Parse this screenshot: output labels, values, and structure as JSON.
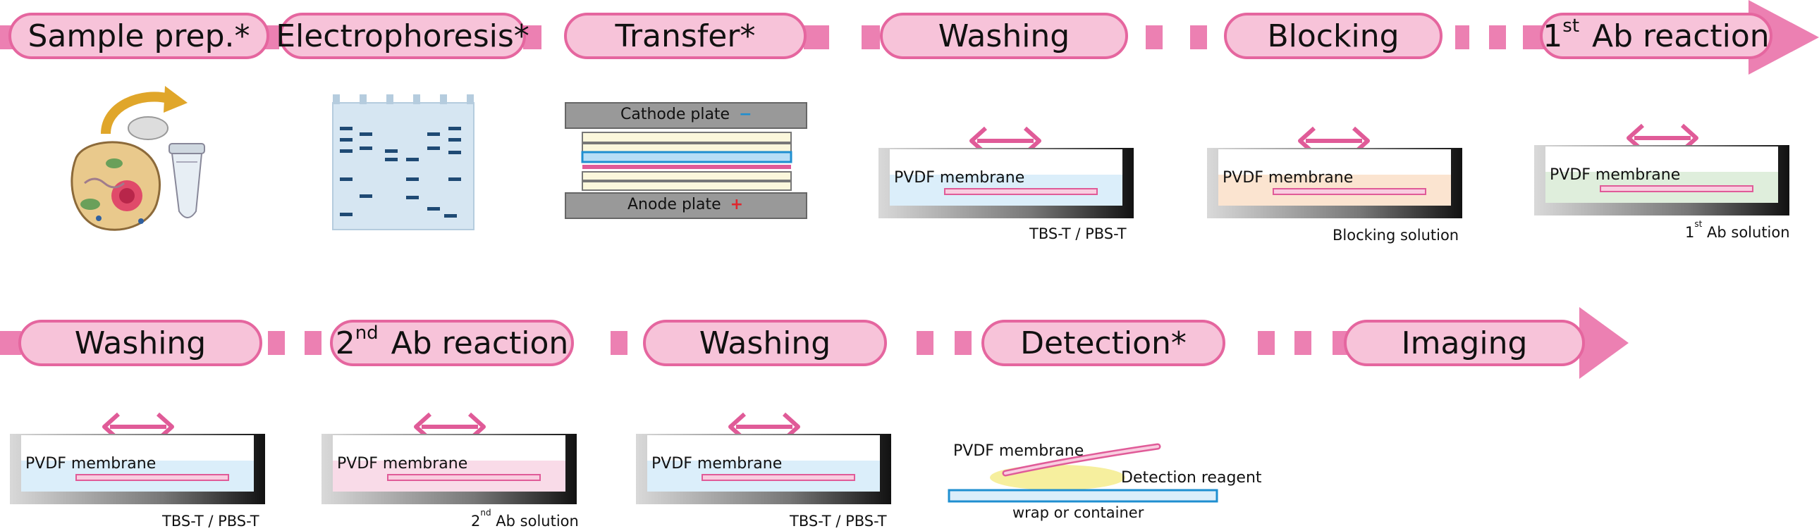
{
  "steps": {
    "sample_prep": "Sample prep.*",
    "electrophoresis": "Electrophoresis*",
    "transfer": "Transfer*",
    "washing_1": "Washing",
    "blocking": "Blocking",
    "first_ab_sup": "st",
    "first_ab_prefix": "1",
    "first_ab_rest": " Ab reaction",
    "washing_2": "Washing",
    "second_ab_prefix": "2",
    "second_ab_sup": "nd",
    "second_ab_rest": " Ab reaction",
    "washing_3": "Washing",
    "detection": "Detection*",
    "imaging": "Imaging"
  },
  "transfer_stack": {
    "cathode_label": "Cathode plate",
    "cathode_sign": "−",
    "anode_label": "Anode plate",
    "anode_sign": "+"
  },
  "membrane_label": "PVDF membrane",
  "solutions": {
    "washing_1": "TBS-T / PBS-T",
    "blocking": "Blocking solution",
    "first_ab_prefix": "1",
    "first_ab_sup": "st",
    "first_ab_rest": " Ab solution",
    "washing_2": "TBS-T / PBS-T",
    "second_ab_prefix": "2",
    "second_ab_sup": "nd",
    "second_ab_rest": " Ab solution",
    "washing_3": "TBS-T / PBS-T"
  },
  "detection": {
    "membrane_label": "PVDF membrane",
    "reagent_label": "Detection reagent",
    "container_label": "wrap or container"
  },
  "colors": {
    "arrow_pink": "#ec80b2",
    "pill_fill": "#f7c3d9",
    "pill_border": "#e5669f",
    "wash_solution": "#dbeefa",
    "blocking_solution": "#fbe4d0",
    "first_ab_solution": "#dfeedc",
    "second_ab_solution": "#f9dbe8",
    "membrane_stripe": "#e05b98"
  }
}
